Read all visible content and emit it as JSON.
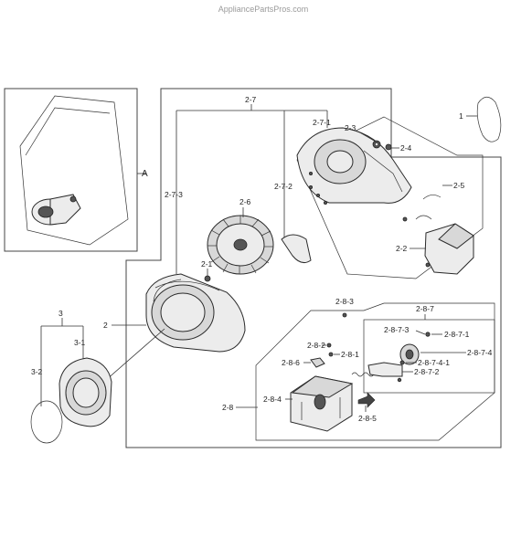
{
  "watermark": "AppliancePartsPros.com",
  "labels": {
    "A": "A",
    "p1": "1",
    "p2": "2",
    "p2_1": "2-1",
    "p2_2": "2-2",
    "p2_3": "2-3",
    "p2_4": "2-4",
    "p2_5": "2-5",
    "p2_6": "2-6",
    "p2_7": "2-7",
    "p2_7_1": "2-7-1",
    "p2_7_2": "2-7-2",
    "p2_7_3": "2-7-3",
    "p2_8": "2-8",
    "p2_8_1": "2-8-1",
    "p2_8_2": "2-8-2",
    "p2_8_3": "2-8-3",
    "p2_8_4": "2-8-4",
    "p2_8_5": "2-8-5",
    "p2_8_6": "2-8-6",
    "p2_8_7": "2-8-7",
    "p2_8_7_1": "2-8-7-1",
    "p2_8_7_2": "2-8-7-2",
    "p2_8_7_3": "2-8-7-3",
    "p2_8_7_4": "2-8-7-4",
    "p2_8_7_4_1": "2-8-7-4-1",
    "p3": "3",
    "p3_1": "3-1",
    "p3_2": "3-2"
  }
}
